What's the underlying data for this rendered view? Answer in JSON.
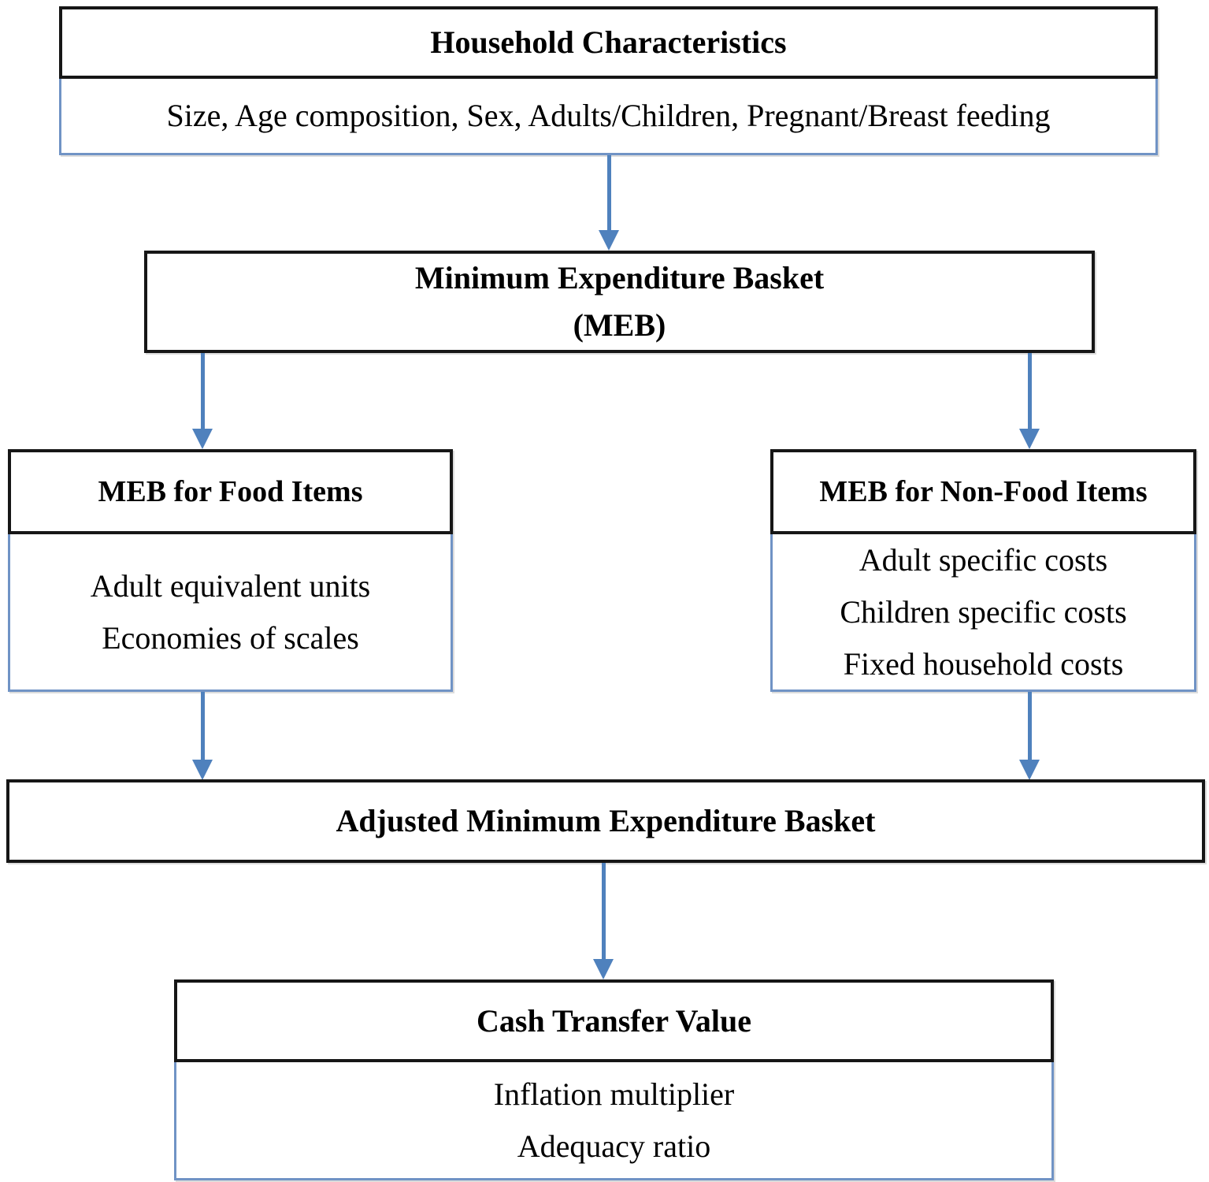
{
  "colors": {
    "background": "#ffffff",
    "black_border": "#161616",
    "blue_border": "#7093c5",
    "arrow_blue": "#4f81bd",
    "text": "#000000"
  },
  "nodes": {
    "household": {
      "title": "Household Characteristics",
      "details": [
        "Size, Age composition, Sex, Adults/Children, Pregnant/Breast feeding"
      ]
    },
    "meb": {
      "title_lines": [
        "Minimum Expenditure Basket",
        "(MEB)"
      ]
    },
    "meb_food": {
      "title": "MEB for Food Items",
      "details": [
        "Adult equivalent units",
        "Economies of scales"
      ]
    },
    "meb_nonfood": {
      "title": "MEB for Non-Food Items",
      "details": [
        "Adult specific costs",
        "Children specific costs",
        "Fixed household costs"
      ]
    },
    "adjusted_meb": {
      "title": "Adjusted Minimum Expenditure Basket"
    },
    "cash_transfer": {
      "title": "Cash Transfer Value",
      "details": [
        "Inflation multiplier",
        "Adequacy ratio"
      ]
    }
  }
}
